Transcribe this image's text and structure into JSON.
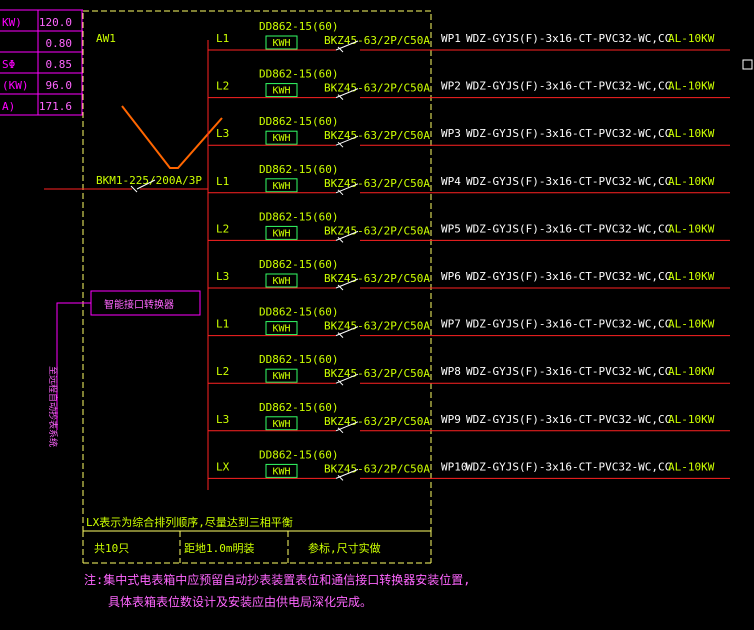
{
  "colors": {
    "background": "#000000",
    "frame": "#ffff66",
    "text_green": "#ccff00",
    "text_white": "#ffffff",
    "bus_red": "#ff2222",
    "table_magenta": "#ff00ff",
    "v_orange": "#ff6600",
    "breaker_green": "#33ff66"
  },
  "params": [
    {
      "label": "KW)",
      "value": "120.0"
    },
    {
      "label": "",
      "value": "0.80"
    },
    {
      "label": "SΦ",
      "value": "0.85"
    },
    {
      "label": "(KW)",
      "value": "96.0"
    },
    {
      "label": "A)",
      "value": "171.6"
    }
  ],
  "box": {
    "name": "AW1",
    "main_breaker": "BKM1-225/200A/3P",
    "interface_label": "智能接口转换器",
    "vertical_label": "至远程自动抄表系统",
    "note_lx": "LX表示为综合排列顺序,尽量达到三相平衡",
    "footer": [
      "共10只",
      "距地1.0m明装",
      "参标,尺寸实做"
    ]
  },
  "circuits": [
    {
      "phase": "L1",
      "meter": "DD862-15(60)",
      "kwh": "KWH",
      "breaker": "BKZ45-63/2P/C50A",
      "id": "WP1",
      "cable": "WDZ-GYJS(F)-3x16-CT-PVC32-WC,CC",
      "load": "AL-10KW"
    },
    {
      "phase": "L2",
      "meter": "DD862-15(60)",
      "kwh": "KWH",
      "breaker": "BKZ45-63/2P/C50A",
      "id": "WP2",
      "cable": "WDZ-GYJS(F)-3x16-CT-PVC32-WC,CC",
      "load": "AL-10KW"
    },
    {
      "phase": "L3",
      "meter": "DD862-15(60)",
      "kwh": "KWH",
      "breaker": "BKZ45-63/2P/C50A",
      "id": "WP3",
      "cable": "WDZ-GYJS(F)-3x16-CT-PVC32-WC,CC",
      "load": "AL-10KW"
    },
    {
      "phase": "L1",
      "meter": "DD862-15(60)",
      "kwh": "KWH",
      "breaker": "BKZ45-63/2P/C50A",
      "id": "WP4",
      "cable": "WDZ-GYJS(F)-3x16-CT-PVC32-WC,CC",
      "load": "AL-10KW"
    },
    {
      "phase": "L2",
      "meter": "DD862-15(60)",
      "kwh": "KWH",
      "breaker": "BKZ45-63/2P/C50A",
      "id": "WP5",
      "cable": "WDZ-GYJS(F)-3x16-CT-PVC32-WC,CC",
      "load": "AL-10KW"
    },
    {
      "phase": "L3",
      "meter": "DD862-15(60)",
      "kwh": "KWH",
      "breaker": "BKZ45-63/2P/C50A",
      "id": "WP6",
      "cable": "WDZ-GYJS(F)-3x16-CT-PVC32-WC,CC",
      "load": "AL-10KW"
    },
    {
      "phase": "L1",
      "meter": "DD862-15(60)",
      "kwh": "KWH",
      "breaker": "BKZ45-63/2P/C50A",
      "id": "WP7",
      "cable": "WDZ-GYJS(F)-3x16-CT-PVC32-WC,CC",
      "load": "AL-10KW"
    },
    {
      "phase": "L2",
      "meter": "DD862-15(60)",
      "kwh": "KWH",
      "breaker": "BKZ45-63/2P/C50A",
      "id": "WP8",
      "cable": "WDZ-GYJS(F)-3x16-CT-PVC32-WC,CC",
      "load": "AL-10KW"
    },
    {
      "phase": "L3",
      "meter": "DD862-15(60)",
      "kwh": "KWH",
      "breaker": "BKZ45-63/2P/C50A",
      "id": "WP9",
      "cable": "WDZ-GYJS(F)-3x16-CT-PVC32-WC,CC",
      "load": "AL-10KW"
    },
    {
      "phase": "LX",
      "meter": "DD862-15(60)",
      "kwh": "KWH",
      "breaker": "BKZ45-63/2P/C50A",
      "id": "WP10",
      "cable": "WDZ-GYJS(F)-3x16-CT-PVC32-WC,CC",
      "load": "AL-10KW"
    }
  ],
  "notes": [
    "注:集中式电表箱中应预留自动抄表装置表位和通信接口转换器安装位置,",
    "具体表箱表位数设计及安装应由供电局深化完成。"
  ]
}
